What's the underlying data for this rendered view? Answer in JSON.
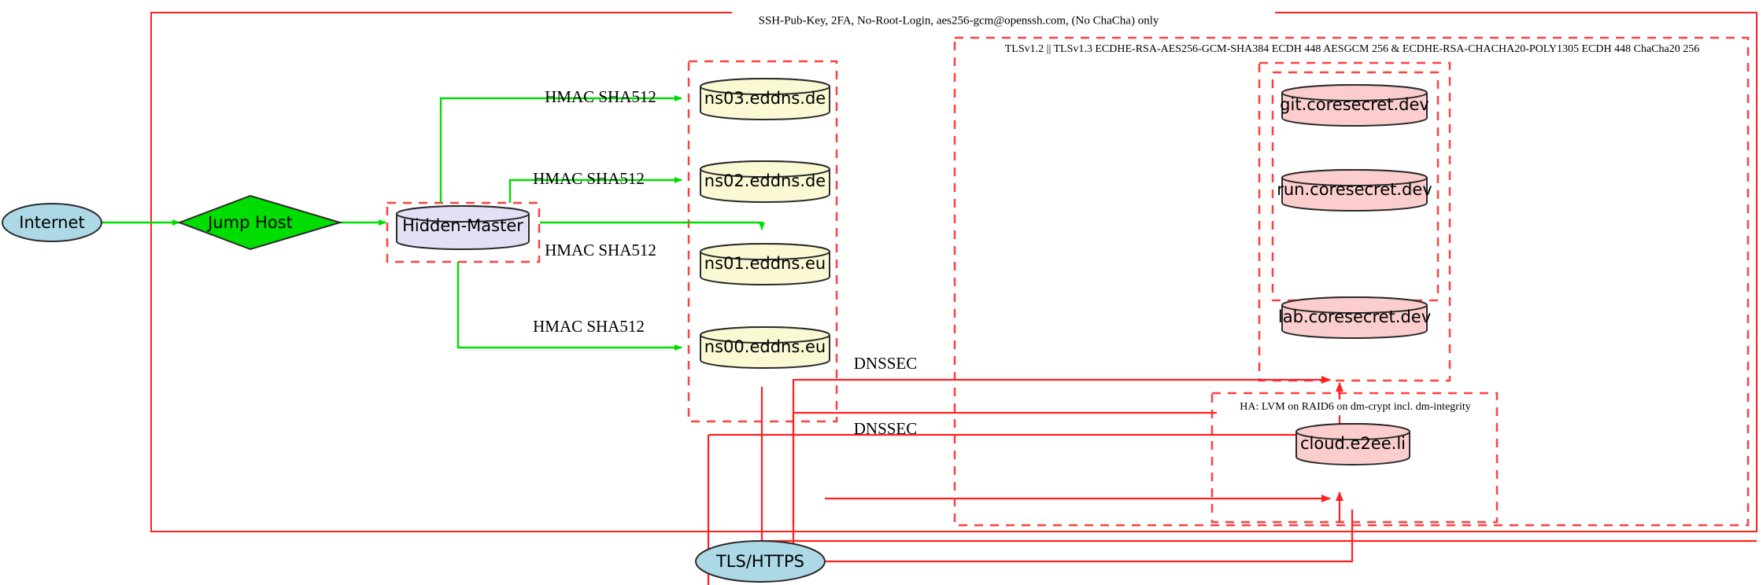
{
  "diagram": {
    "title_label": "SSH-Pub-Key, 2FA, No-Root-Login, aes256-gcm@openssh.com, (No ChaCha) only",
    "clusters": [
      {
        "name": "ssh-policy-cluster",
        "label": "SSH-Pub-Key, 2FA, No-Root-Login, aes256-gcm@openssh.com, (No ChaCha) only",
        "style": "solid"
      },
      {
        "name": "tls-policy-cluster",
        "label": "TLSv1.2 || TLSv1.3 ECDHE-RSA-AES256-GCM-SHA384 ECDH 448 AESGCM 256 & ECDHE-RSA-CHACHA20-POLY1305 ECDH 448 ChaCha20 256",
        "style": "dashed"
      },
      {
        "name": "ha-storage-cluster",
        "label": "HA: LVM on RAID6 on dm-crypt incl. dm-integrity",
        "style": "dashed"
      },
      {
        "name": "hidden-master-cluster",
        "label": "",
        "style": "dashed"
      },
      {
        "name": "dns-servers-cluster",
        "label": "",
        "style": "dashed"
      },
      {
        "name": "coresecret-outer-cluster",
        "label": "",
        "style": "dashed"
      },
      {
        "name": "coresecret-inner-cluster",
        "label": "",
        "style": "dashed"
      }
    ],
    "nodes": [
      {
        "name": "internet",
        "label": "Internet",
        "shape": "ellipse",
        "fill": "#add8e6"
      },
      {
        "name": "jump-host",
        "label": "Jump Host",
        "shape": "diamond",
        "fill": "#00dd00"
      },
      {
        "name": "hidden-master",
        "label": "Hidden-Master",
        "shape": "cylinder",
        "fill": "#e2e0f5"
      },
      {
        "name": "ns03",
        "label": "ns03.eddns.de",
        "shape": "cylinder",
        "fill": "#fbf8d4"
      },
      {
        "name": "ns02",
        "label": "ns02.eddns.de",
        "shape": "cylinder",
        "fill": "#fbf8d4"
      },
      {
        "name": "ns01",
        "label": "ns01.eddns.eu",
        "shape": "cylinder",
        "fill": "#fbf8d4"
      },
      {
        "name": "ns00",
        "label": "ns00.eddns.eu",
        "shape": "cylinder",
        "fill": "#fbf8d4"
      },
      {
        "name": "git-coresecret",
        "label": "git.coresecret.dev",
        "shape": "cylinder",
        "fill": "#fbcdcd"
      },
      {
        "name": "run-coresecret",
        "label": "run.coresecret.dev",
        "shape": "cylinder",
        "fill": "#fbcdcd"
      },
      {
        "name": "lab-coresecret",
        "label": "lab.coresecret.dev",
        "shape": "cylinder",
        "fill": "#fbcdcd"
      },
      {
        "name": "cloud-e2ee",
        "label": "cloud.e2ee.li",
        "shape": "cylinder",
        "fill": "#fbcdcd"
      },
      {
        "name": "tls-https",
        "label": "TLS/HTTPS",
        "shape": "ellipse",
        "fill": "#add8e6"
      }
    ],
    "edge_labels": {
      "hmac_ns03": "HMAC SHA512",
      "hmac_ns02": "HMAC SHA512",
      "hmac_ns01": "HMAC SHA512",
      "hmac_ns00": "HMAC SHA512",
      "dnssec_upper": "DNSSEC",
      "dnssec_lower": "DNSSEC"
    },
    "colors": {
      "secure_edge": "#00dd00",
      "tls_edge": "#ff2020",
      "boundary": "#ff2020",
      "dns_node": "#fbf8d4",
      "app_node": "#fbcdcd",
      "net_node": "#add8e6",
      "master_node": "#e2e0f5"
    }
  }
}
